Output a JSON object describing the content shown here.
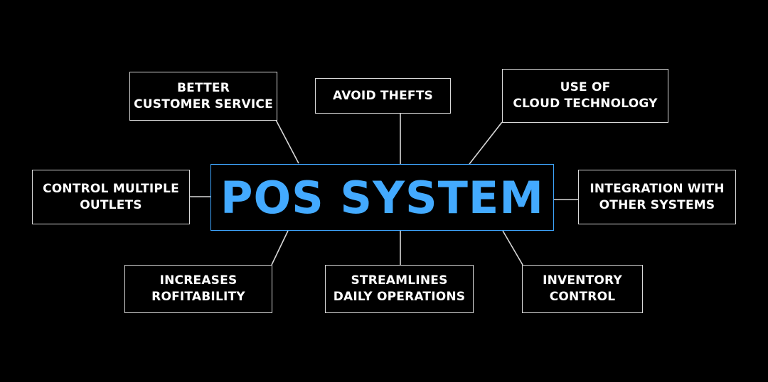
{
  "diagram": {
    "center": {
      "label": "POS SYSTEM"
    },
    "nodes": {
      "better_customer_service": "BETTER\nCUSTOMER SERVICE",
      "avoid_thefts": "AVOID THEFTS",
      "cloud_technology": "USE OF\nCLOUD TECHNOLOGY",
      "control_outlets": "CONTROL MULTIPLE\nOUTLETS",
      "integration": "INTEGRATION WITH\nOTHER SYSTEMS",
      "profitability": "INCREASES\nROFITABILITY",
      "streamlines": "STREAMLINES\nDAILY OPERATIONS",
      "inventory": "INVENTORY\nCONTROL"
    },
    "colors": {
      "background": "#000000",
      "accent": "#43aaff",
      "border": "#d8d8d8",
      "text": "#ffffff"
    }
  }
}
